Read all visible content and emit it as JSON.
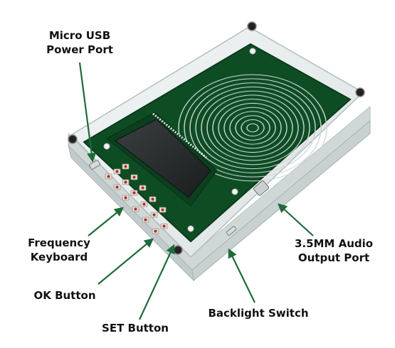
{
  "colors": {
    "arrow": "#1e6b3a",
    "pcb": "#0e4d24",
    "pcb_dark": "#0a3a1b",
    "acrylic": "#e9eeee",
    "lcd": "#262a2a",
    "text": "#111111"
  },
  "labels": {
    "micro_usb_line1": "Micro USB",
    "micro_usb_line2": "Power Port",
    "frequency_line1": "Frequency",
    "frequency_line2": "Keyboard",
    "ok_button": "OK Button",
    "set_button": "SET Button",
    "backlight_switch": "Backlight Switch",
    "audio_line1": "3.5MM Audio",
    "audio_line2": "Output Port"
  }
}
